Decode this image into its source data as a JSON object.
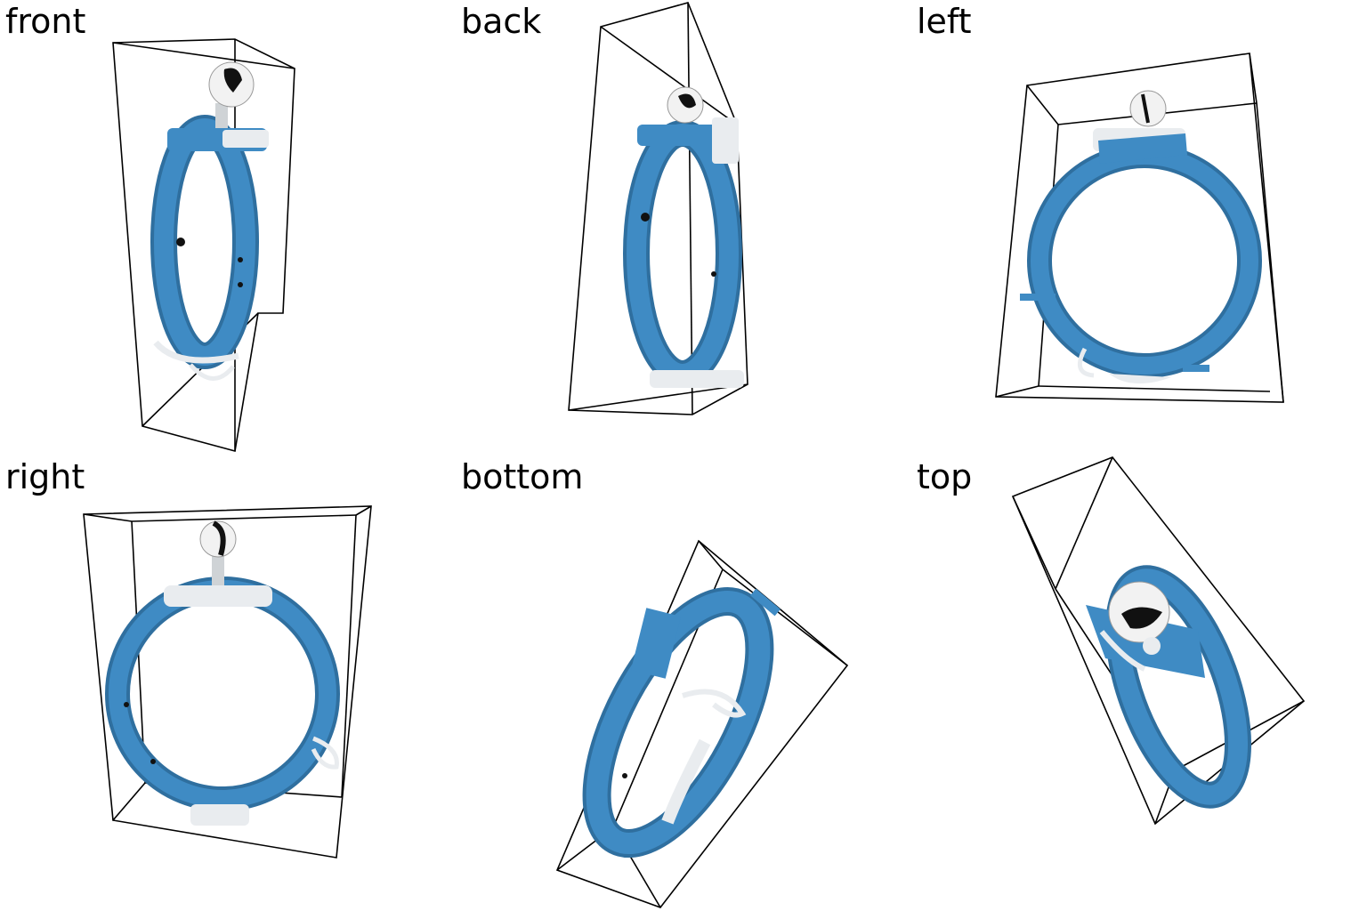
{
  "figure": {
    "colors": {
      "collar": "#3f8bc4",
      "collar_dark": "#2f6f9f",
      "collar_light": "#6fa9d6",
      "plastic": "#e9ecef",
      "sensor": "#f2f2f2",
      "sensor_dark": "#111111",
      "box": "#000000"
    },
    "views": [
      {
        "id": "front",
        "label": "front"
      },
      {
        "id": "back",
        "label": "back"
      },
      {
        "id": "left",
        "label": "left"
      },
      {
        "id": "right",
        "label": "right"
      },
      {
        "id": "bottom",
        "label": "bottom"
      },
      {
        "id": "top",
        "label": "top"
      }
    ]
  }
}
